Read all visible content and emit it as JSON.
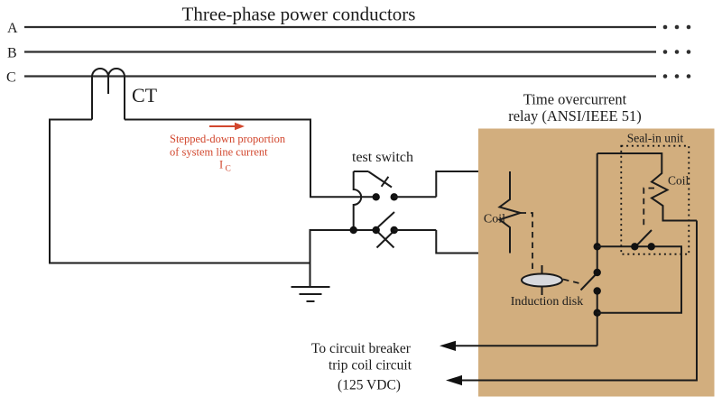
{
  "title": "Three-phase power conductors",
  "conductors": {
    "a": "A",
    "b": "B",
    "c": "C"
  },
  "ct_label": "CT",
  "red_note": {
    "line1": "Stepped-down proportion",
    "line2": "of system line current",
    "symbol": "I",
    "subscript": "C"
  },
  "test_switch_label": "test switch",
  "relay": {
    "title_line1": "Time overcurrent",
    "title_line2": "relay (ANSI/IEEE 51)",
    "main_coil_label": "Coil",
    "seal_in_label": "Seal-in unit",
    "seal_in_coil_label": "Coil",
    "induction_disk_label": "Induction disk"
  },
  "trip_note": {
    "line1": "To circuit breaker",
    "line2": "trip coil circuit",
    "line3": "(125 VDC)"
  },
  "colors": {
    "accent_red": "#d2472e",
    "relay_box": "#d2ae7e",
    "disk_fill": "#d8d9dd"
  }
}
